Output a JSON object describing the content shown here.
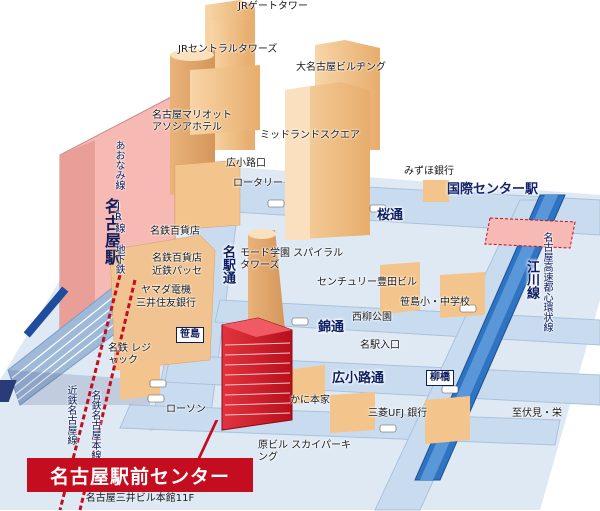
{
  "title": "名古屋駅前センター",
  "subtitle": "名古屋三井ビル本館11F",
  "station": {
    "name": "名古屋駅",
    "sub_lines": "あおなみ線 JR線 地下鉄"
  },
  "landmarks": {
    "jr_gate_tower": "JRゲートタワー",
    "jr_central_towers": "JRセントラルタワーズ",
    "dai_nagoya_building": "大名古屋ビルヂング",
    "marriott": "名古屋マリオット アソシアホテル",
    "midland_square": "ミッドランドスクエア",
    "hirokoji_exit": "広小路口",
    "rotary": "ロータリー",
    "mizuho_bank": "みずほ銀行",
    "kokusai_center_station": "国際センター駅",
    "meitetsu_dept_1": "名鉄百貨店",
    "meitetsu_dept_2": "名鉄百貨店",
    "kintetsu_pass": "近鉄パッセ",
    "yamada_denki": "ヤマダ電機",
    "mitsui_sumitomo": "三井住友銀行",
    "mode_gakuen": "モード学園 スパイラルタワーズ",
    "century_toyoda": "センチュリー豊田ビル",
    "sasashima_school": "笹島小・中学校",
    "nishiyanagi_park": "西柳公園",
    "meieki_iriguchi": "名駅入口",
    "meitetsu_rejack": "名鉄 レジャック",
    "lawson": "ローソン",
    "kanihonke": "かに本家",
    "mufg": "三菱UFJ 銀行",
    "hara_building": "原ビル スカイパーキング",
    "to_fushimi": "至伏見・栄"
  },
  "roads": {
    "sakura_dori": "桜通",
    "meieki_dori": "名駅通",
    "nishiki_dori": "錦通",
    "hirokoji_dori": "広小路通",
    "egawa_line": "江川線",
    "expressway": "名古屋高速都心環状線"
  },
  "rail_lines": {
    "meitetsu": "名鉄名古屋本線",
    "kintetsu": "近鉄名古屋線"
  },
  "intersections": {
    "sasashima": "笹島",
    "yanagibashi": "柳橋"
  },
  "colors": {
    "accent_red": "#c40d1e",
    "road_blue": "#c9dcef",
    "building_tan": "#f3c58c",
    "station_pink": "#f7b9b3",
    "text_navy": "#0d1d5c"
  }
}
